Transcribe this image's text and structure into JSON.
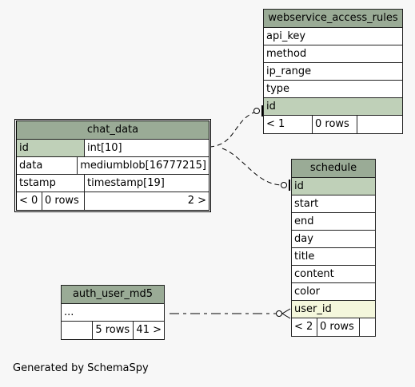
{
  "tables": {
    "webservice": {
      "name": "webservice_access_rules",
      "columns": [
        "api_key",
        "method",
        "ip_range",
        "type",
        "id"
      ],
      "footer": [
        "< 1",
        "0 rows"
      ]
    },
    "chat": {
      "name": "chat_data",
      "columns": [
        [
          "id",
          "int[10]"
        ],
        [
          "data",
          "mediumblob[16777215]"
        ],
        [
          "tstamp",
          "timestamp[19]"
        ]
      ],
      "footer": [
        "< 0",
        "0 rows",
        "2 >"
      ]
    },
    "schedule": {
      "name": "schedule",
      "columns": [
        "id",
        "start",
        "end",
        "day",
        "title",
        "content",
        "color",
        "user_id"
      ],
      "footer": [
        "< 2",
        "0 rows"
      ]
    },
    "auth": {
      "name": "auth_user_md5",
      "columns": [
        "..."
      ],
      "footer": [
        "5 rows",
        "41 >"
      ]
    }
  },
  "footer_text": "Generated by SchemaSpy",
  "colors": {
    "header": "#9aab96",
    "primary_key": "#bfd0b8",
    "foreign_key": "#f4f7dc",
    "background": "#f7f7f7"
  }
}
